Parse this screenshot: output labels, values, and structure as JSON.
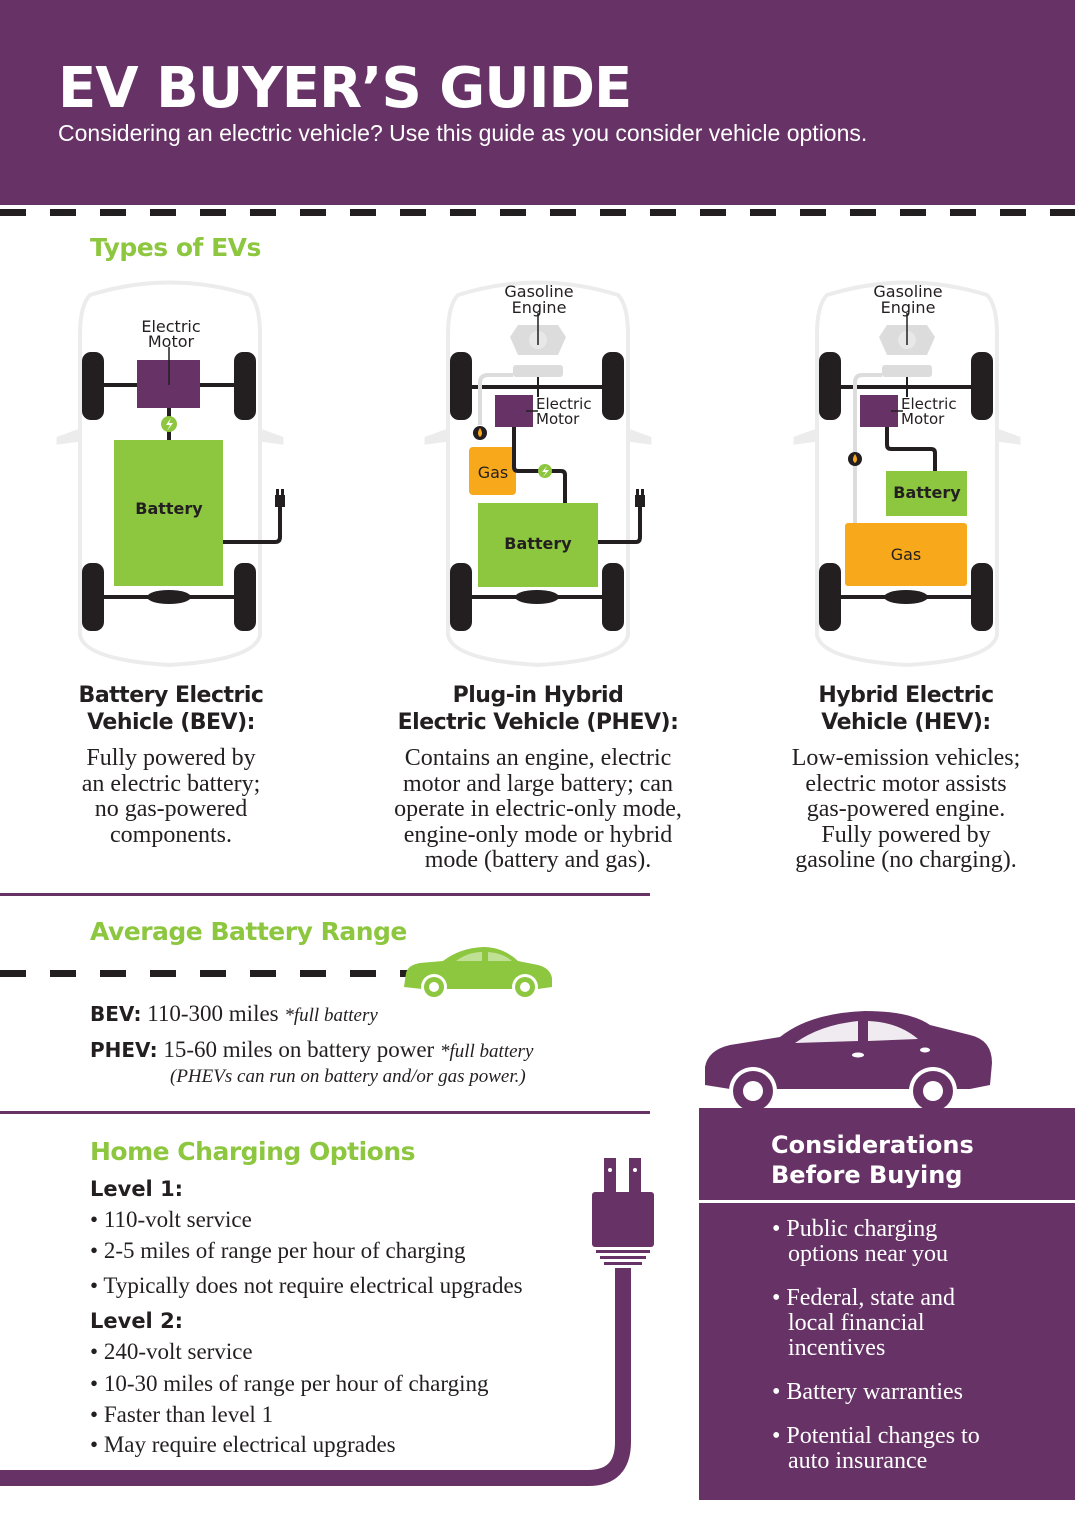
{
  "header": {
    "title": "EV BUYER’S GUIDE",
    "subtitle": "Considering an electric vehicle? Use this guide as you consider vehicle options."
  },
  "types_section": {
    "heading": "Types of EVs",
    "vehicles": [
      {
        "id": "bev",
        "diagram_labels": {
          "motor": [
            "Electric",
            "Motor"
          ],
          "battery": "Battery"
        },
        "title_lines": [
          "Battery Electric",
          "Vehicle (BEV):"
        ],
        "description_lines": [
          "Fully powered by",
          "an electric battery;",
          "no gas-powered",
          "components."
        ]
      },
      {
        "id": "phev",
        "diagram_labels": {
          "engine": [
            "Gasoline",
            "Engine"
          ],
          "motor": [
            "Electric",
            "Motor"
          ],
          "gas": "Gas",
          "battery": "Battery"
        },
        "title_lines": [
          "Plug-in Hybrid",
          "Electric Vehicle (PHEV):"
        ],
        "description_lines": [
          "Contains an engine, electric",
          "motor and large battery; can",
          "operate in electric-only mode,",
          "engine-only mode or hybrid",
          "mode (battery and gas)."
        ]
      },
      {
        "id": "hev",
        "diagram_labels": {
          "engine": [
            "Gasoline",
            "Engine"
          ],
          "motor": [
            "Electric",
            "Motor"
          ],
          "battery": "Battery",
          "gas": "Gas"
        },
        "title_lines": [
          "Hybrid Electric",
          "Vehicle (HEV):"
        ],
        "description_lines": [
          "Low-emission vehicles;",
          "electric motor assists",
          "gas-powered engine.",
          "Fully powered by",
          "gasoline (no charging)."
        ]
      }
    ]
  },
  "range_section": {
    "heading": "Average Battery Range",
    "rows": [
      {
        "label": "BEV:",
        "value": "110-300 miles",
        "note": "*full battery"
      },
      {
        "label": "PHEV:",
        "value": "15-60 miles on battery power",
        "note": "*full battery"
      }
    ],
    "footnote": "(PHEVs can run on battery and/or gas power.)"
  },
  "charging_section": {
    "heading": "Home Charging Options",
    "levels": [
      {
        "label": "Level 1:",
        "bullets": [
          "110-volt service",
          "2-5 miles of range per hour of charging",
          "Typically does not require electrical upgrades"
        ]
      },
      {
        "label": "Level 2:",
        "bullets": [
          "240-volt service",
          "10-30 miles of range per hour of charging",
          "Faster than level 1",
          "May require electrical upgrades"
        ]
      }
    ]
  },
  "considerations": {
    "heading_lines": [
      "Considerations",
      "Before Buying"
    ],
    "items": [
      [
        "Public charging",
        "options near you"
      ],
      [
        "Federal, state and",
        "local financial",
        "incentives"
      ],
      [
        "Battery warranties"
      ],
      [
        "Potential changes to",
        "auto insurance"
      ]
    ]
  },
  "icons": {
    "range_car": "car-side-icon",
    "consider_car": "car-side-icon",
    "plug": "plug-icon",
    "bolt": "lightning-bolt-icon",
    "fuel": "fuel-drop-icon"
  },
  "colors": {
    "purple": "#673366",
    "green": "#8dc63f",
    "orange": "#f7a81b",
    "dark": "#231f20",
    "light_gray": "#e6e6e6"
  }
}
